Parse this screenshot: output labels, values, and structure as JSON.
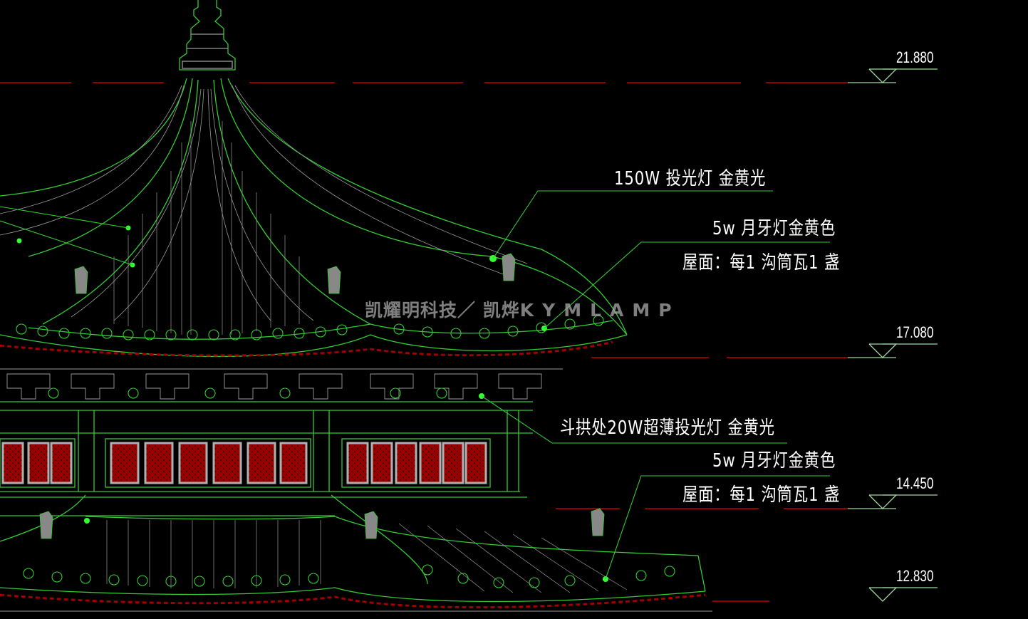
{
  "drawing": {
    "background": "#000000",
    "colors": {
      "structure_green": "#22cc22",
      "tile_grey": "#b0b0b0",
      "hatch_red": "#a00000",
      "datum_red": "#c00000",
      "text_white": "#ffffff",
      "watermark_grey": "#aaaaaa"
    }
  },
  "elevations": [
    {
      "value": "21.880"
    },
    {
      "value": "17.080"
    },
    {
      "value": "14.450"
    },
    {
      "value": "12.830"
    }
  ],
  "annotations": {
    "floodlight_top": "150W 投光灯   金黄光",
    "crescent_upper_line1": "5w 月牙灯金黄色",
    "crescent_upper_line2": "屋面：每1 沟筒瓦1 盏",
    "bracket_floodlight": "斗拱处20W超薄投光灯   金黄光",
    "crescent_lower_line1": "5w 月牙灯金黄色",
    "crescent_lower_line2": "屋面：每1 沟筒瓦1 盏"
  },
  "watermark": {
    "cn": "凯耀明科技／ 凯烨",
    "latin": "KYMLAMP"
  }
}
